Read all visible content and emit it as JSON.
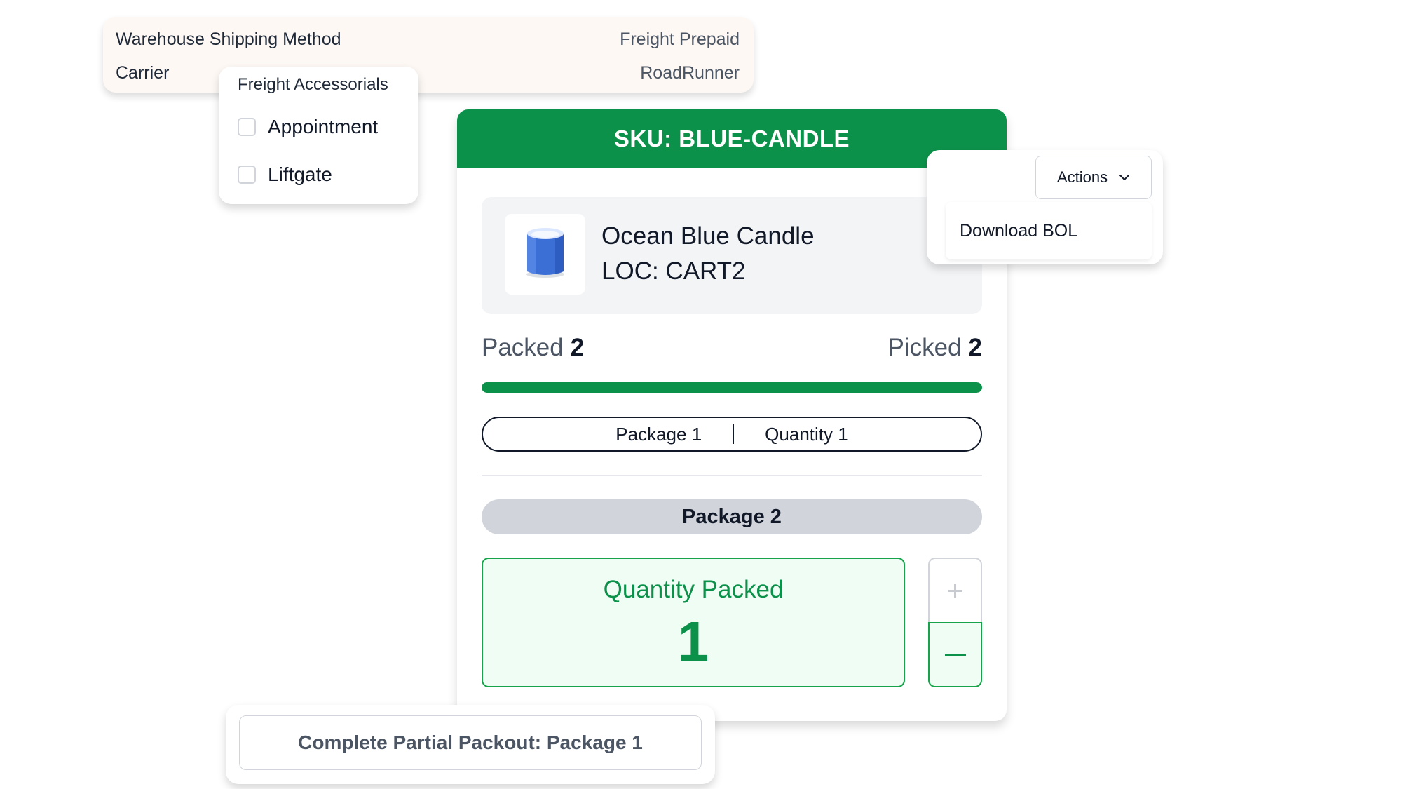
{
  "shipping": {
    "method_label": "Warehouse Shipping Method",
    "method_value": "Freight Prepaid",
    "carrier_label": "Carrier",
    "carrier_value": "RoadRunner"
  },
  "freight_accessorials": {
    "title": "Freight Accessorials",
    "options": [
      {
        "label": "Appointment",
        "checked": false
      },
      {
        "label": "Liftgate",
        "checked": false
      }
    ]
  },
  "sku_card": {
    "header": "SKU: BLUE-CANDLE",
    "product_name": "Ocean Blue Candle",
    "location": "LOC: CART2",
    "packed_label": "Packed",
    "packed_count": "2",
    "picked_label": "Picked",
    "picked_count": "2",
    "progress": 1.0,
    "package_1": {
      "name": "Package 1",
      "quantity": "Quantity 1"
    },
    "package_2": {
      "name": "Package 2"
    },
    "quantity_label": "Quantity Packed",
    "quantity_value": "1",
    "stepper": {
      "plus": "+"
    }
  },
  "actions": {
    "button_label": "Actions",
    "menu_items": [
      "Download BOL"
    ]
  },
  "partial_packout": {
    "button_label": "Complete Partial Packout: Package 1"
  },
  "colors": {
    "brand_green": "#0c914a",
    "accent_green": "#16a34a",
    "light_green_bg": "#f0fdf4",
    "product_blue": "#3b6fd6"
  },
  "icons": [
    "candle-thumbnail",
    "chevron-down-icon",
    "plus-icon",
    "minus-icon",
    "checkbox-icon"
  ]
}
